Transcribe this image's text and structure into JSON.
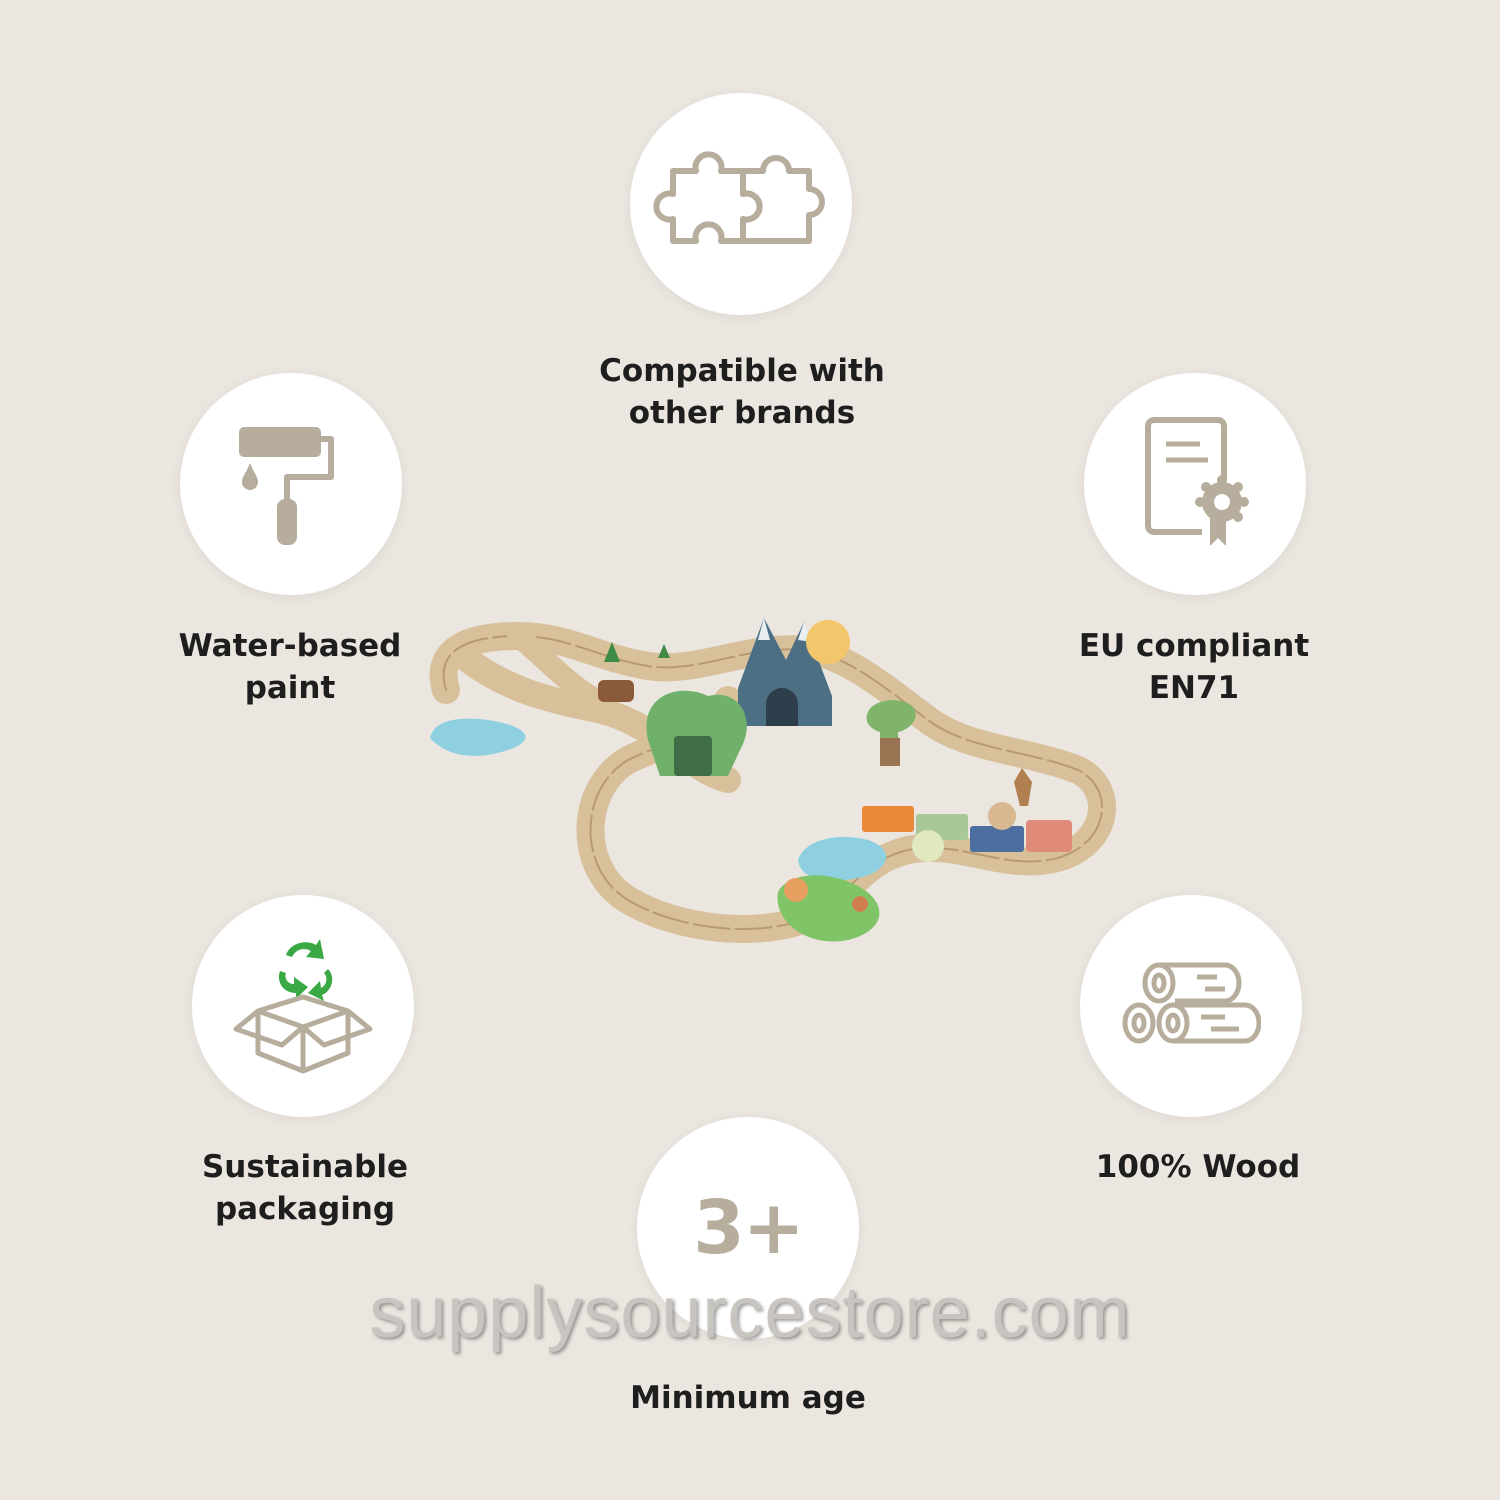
{
  "features": {
    "compatible": {
      "line1": "Compatible with",
      "line2": "other brands",
      "icon": "puzzle-icon"
    },
    "paint": {
      "line1": "Water-based",
      "line2": "paint",
      "icon": "paint-roller-icon"
    },
    "eu": {
      "line1": "EU compliant",
      "line2": "EN71",
      "icon": "certificate-icon"
    },
    "packaging": {
      "line1": "Sustainable",
      "line2": "packaging",
      "icon": "recycle-box-icon"
    },
    "wood": {
      "line1": "100% Wood",
      "icon": "logs-icon"
    },
    "age": {
      "value": "3+",
      "line1": "Minimum age"
    }
  },
  "watermark": "supplysourcestore.com",
  "colors": {
    "background": "#ebe6e0",
    "icon": "#b7ad9c",
    "recycle": "#3aa845"
  }
}
